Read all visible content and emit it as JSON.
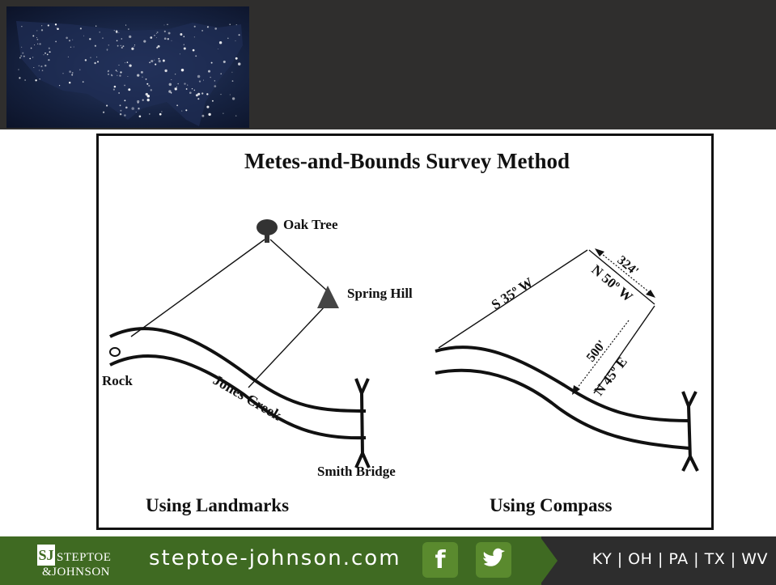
{
  "diagram": {
    "title": "Metes-and-Bounds Survey Method",
    "left_panel": {
      "caption": "Using Landmarks",
      "labels": {
        "oak": "Oak Tree",
        "spring": "Spring Hill",
        "rock": "Rock",
        "creek": "Jones Creek",
        "bridge": "Smith Bridge"
      }
    },
    "right_panel": {
      "caption": "Using Compass",
      "labels": {
        "bearing1": "S 35º W",
        "bearing2": "N 50º W",
        "dist1": "324'",
        "dist2": "500'",
        "bearing3": "N 45º E"
      }
    }
  },
  "footer": {
    "logo_sj": "SJ",
    "logo_line1": "STEPTOE",
    "logo_line2": "&JOHNSON",
    "url": "steptoe-johnson.com",
    "facebook_glyph": "f",
    "states": "KY | OH | PA | TX | WV"
  },
  "colors": {
    "header": "#2f2e2d",
    "footer_green": "#3f6a22",
    "footer_dark": "#2d2d2d"
  }
}
